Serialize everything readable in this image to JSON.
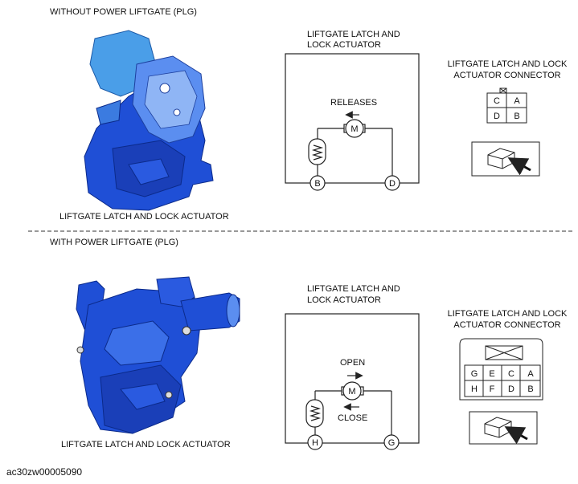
{
  "top": {
    "heading": "WITHOUT POWER LIFTGATE (PLG)",
    "photo_caption": "LIFTGATE LATCH AND LOCK ACTUATOR",
    "schematic_title": [
      "LIFTGATE LATCH AND",
      "LOCK ACTUATOR"
    ],
    "motor_label": "M",
    "action_label": "RELEASES",
    "terminals": [
      "B",
      "D"
    ],
    "connector_title": [
      "LIFTGATE LATCH AND LOCK",
      "ACTUATOR CONNECTOR"
    ],
    "connector_pins": [
      [
        "C",
        "A"
      ],
      [
        "D",
        "B"
      ]
    ]
  },
  "bottom": {
    "heading": "WITH POWER LIFTGATE (PLG)",
    "photo_caption": "LIFTGATE LATCH AND LOCK ACTUATOR",
    "schematic_title": [
      "LIFTGATE LATCH AND",
      "LOCK ACTUATOR"
    ],
    "motor_label": "M",
    "action_open": "OPEN",
    "action_close": "CLOSE",
    "terminals": [
      "H",
      "G"
    ],
    "connector_title": [
      "LIFTGATE LATCH AND LOCK",
      "ACTUATOR CONNECTOR"
    ],
    "connector_pins": [
      [
        "G",
        "E",
        "C",
        "A"
      ],
      [
        "H",
        "F",
        "D",
        "B"
      ]
    ]
  },
  "footer": {
    "figure_id": "ac30zw00005090"
  },
  "colors": {
    "part_blue": "#1f4fd6",
    "part_light": "#4a9ee8",
    "line": "#222222"
  }
}
